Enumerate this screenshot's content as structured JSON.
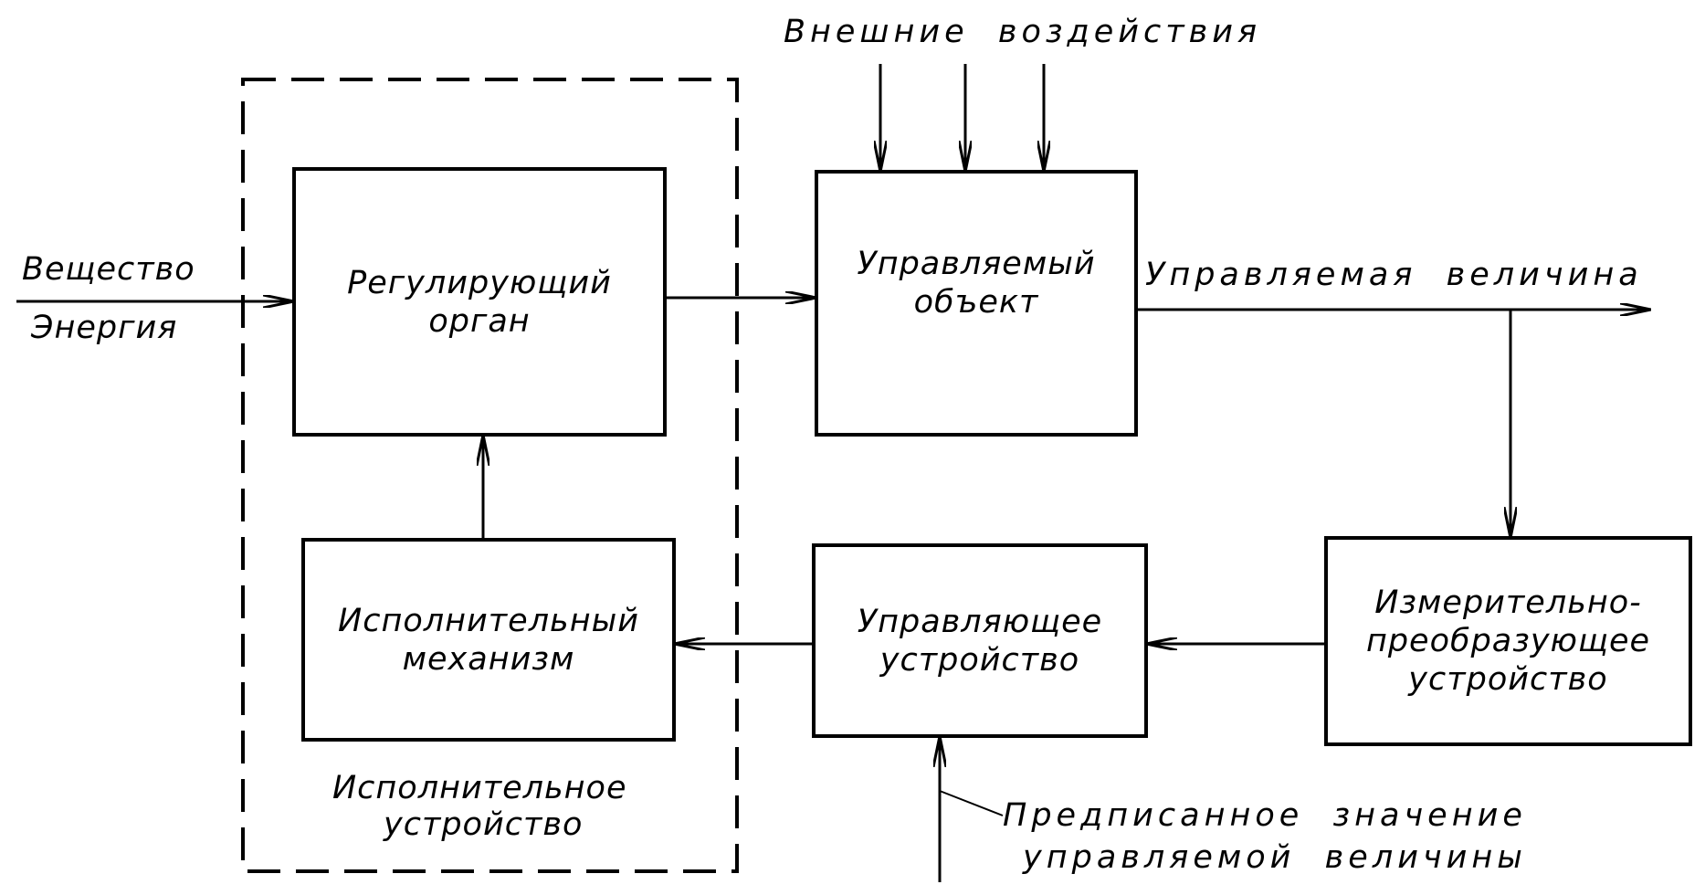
{
  "blocks": {
    "regulating_organ": {
      "line1": "Регулирующий",
      "line2": "орган"
    },
    "controlled_object": {
      "line1": "Управляемый",
      "line2": "объект"
    },
    "actuator_mechanism": {
      "line1": "Исполнительный",
      "line2": "механизм"
    },
    "control_device": {
      "line1": "Управляющее",
      "line2": "устройство"
    },
    "measuring_device": {
      "line1": "Измерительно-",
      "line2": "преобразующее",
      "line3": "устройство"
    }
  },
  "labels": {
    "external_influences": "Внешние  воздействия",
    "substance": "Вещество",
    "energy": "Энергия",
    "controlled_quantity": "Управляемая  величина",
    "executive_device_line1": "Исполнительное",
    "executive_device_line2": "устройство",
    "setpoint_line1": "Предписанное  значение",
    "setpoint_line2": "управляемой  величины"
  },
  "colors": {
    "line": "#000000",
    "background": "#ffffff"
  }
}
